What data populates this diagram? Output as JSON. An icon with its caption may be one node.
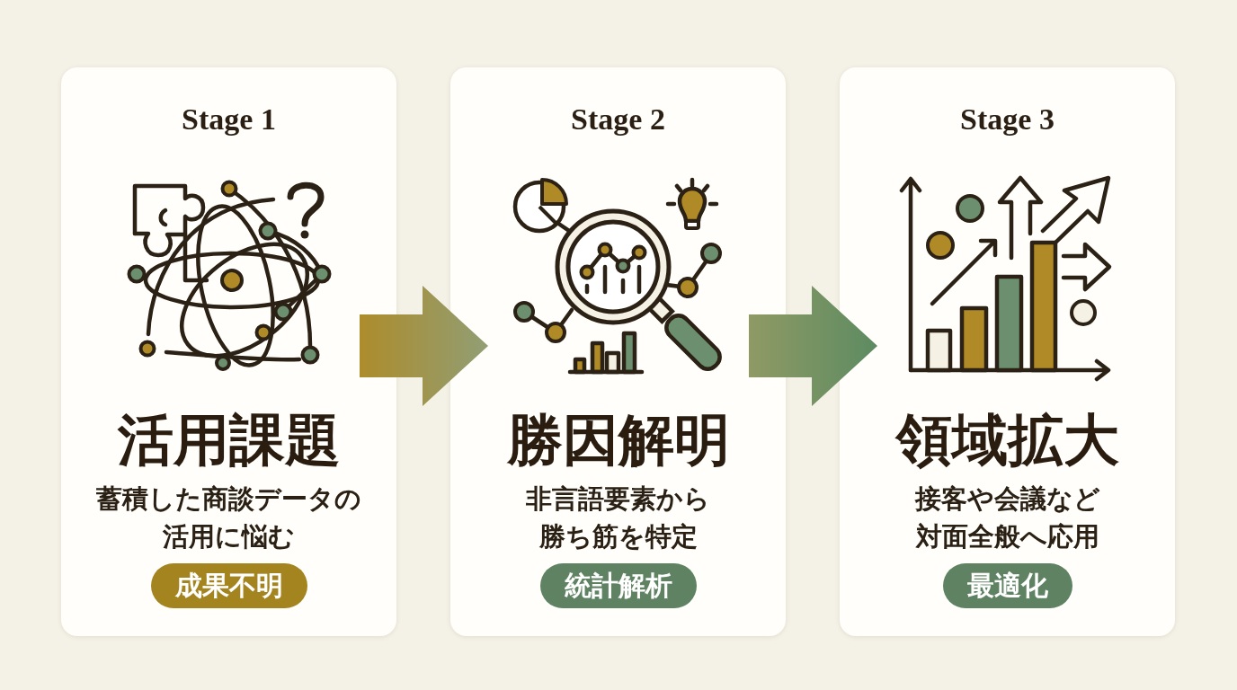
{
  "diagram": {
    "nodes": [
      {
        "text": [
          "Stage 1",
          "活用課題",
          "蓄積した商談データの活用に悩む"
        ]
      },
      {
        "text": [
          "成果不明"
        ],
        "in": 0
      },
      {
        "text": [
          "Stage 2",
          "勝因解明",
          "非言語要素から勝ち筋を特定"
        ]
      },
      {
        "text": [
          "統計解析"
        ],
        "in": 2
      },
      {
        "text": [
          "Stage 3",
          "領域拡大",
          "接客や会議など対面全般へ応用"
        ]
      },
      {
        "text": [
          "最適化"
        ],
        "in": 4
      }
    ],
    "edges": [
      {
        "from": 0,
        "to": 2,
        "arrow": "to",
        "color": "#ad8c2c"
      },
      {
        "from": 2,
        "to": 4,
        "arrow": "to",
        "color": "#8f9a64"
      }
    ]
  }
}
